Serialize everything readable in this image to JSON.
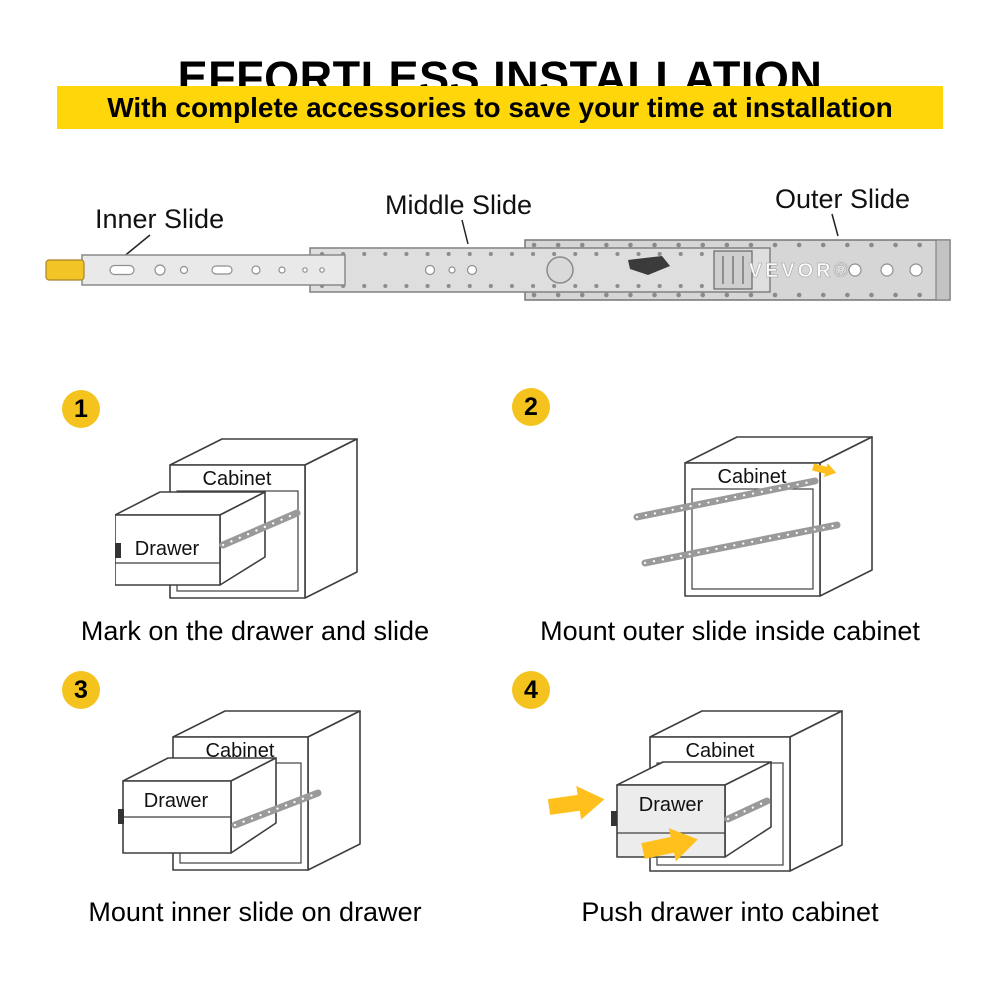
{
  "header": {
    "title": "EFFORTLESS INSTALLATION",
    "subtitle": "With complete accessories to save your time at installation"
  },
  "slide_diagram": {
    "inner_label": "Inner Slide",
    "middle_label": "Middle Slide",
    "outer_label": "Outer Slide",
    "brand": "VEVOR®"
  },
  "steps": [
    {
      "number": "1",
      "caption": "Mark on the drawer and slide",
      "labels": {
        "cabinet": "Cabinet",
        "drawer": "Drawer"
      }
    },
    {
      "number": "2",
      "caption": "Mount outer slide inside cabinet",
      "labels": {
        "cabinet": "Cabinet"
      }
    },
    {
      "number": "3",
      "caption": "Mount inner slide on drawer",
      "labels": {
        "cabinet": "Cabinet",
        "drawer": "Drawer"
      }
    },
    {
      "number": "4",
      "caption": "Push drawer into cabinet",
      "labels": {
        "cabinet": "Cabinet",
        "drawer": "Drawer"
      }
    }
  ],
  "colors": {
    "banner_yellow": "#ffd60a",
    "step_circle_yellow": "#f5c31d",
    "arrow_yellow": "#ffc01e",
    "slide_tab_yellow": "#f2c426"
  }
}
